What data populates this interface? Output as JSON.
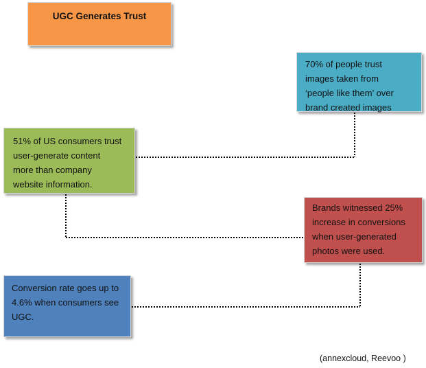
{
  "title": "UGC Generates Trust",
  "boxes": {
    "images_trust": {
      "lines": [
        "70% of people trust",
        "images taken from",
        "‘people like them’ over",
        "brand created images"
      ],
      "color": "#4bacc6"
    },
    "consumers_trust": {
      "lines": [
        "51% of US consumers trust",
        "user-generate content",
        "more than company",
        "website information."
      ],
      "color": "#9bbb59"
    },
    "brands_conversions": {
      "lines": [
        "Brands witnessed 25%",
        "increase in conversions",
        "when user-generated",
        "photos were used."
      ],
      "color": "#c0504d"
    },
    "conversion_rate": {
      "lines": [
        "Conversion rate goes up to",
        "4.6% when consumers see",
        "UGC."
      ],
      "color": "#4f81bd"
    }
  },
  "title_color": "#f79646",
  "source": "(annexcloud, Reevoo )"
}
